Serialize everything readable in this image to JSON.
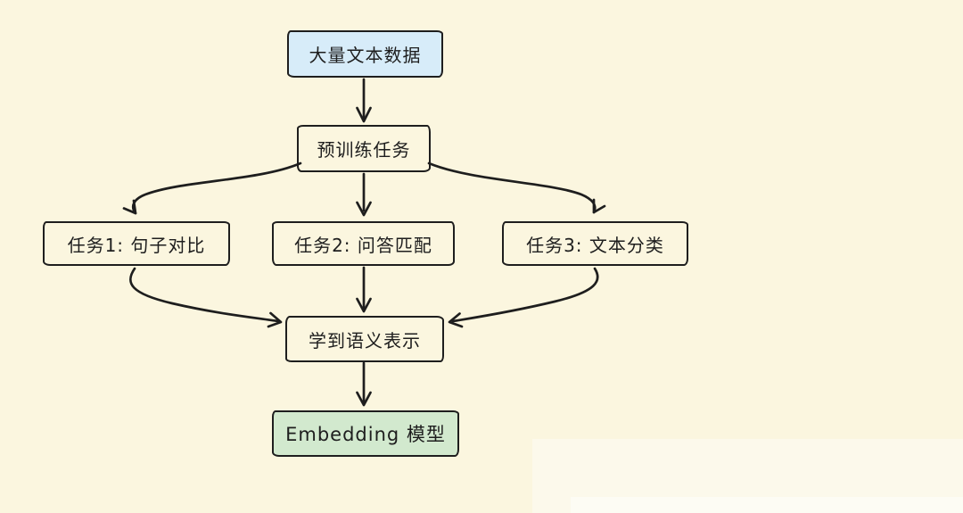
{
  "diagram": {
    "title": "Embedding model pre-training flowchart",
    "nodes": [
      {
        "id": "large-text-data",
        "label": "大量文本数据",
        "fill": "#D7ECF9"
      },
      {
        "id": "pretrain-tasks",
        "label": "预训练任务",
        "fill": "transparent"
      },
      {
        "id": "task1",
        "label": "任务1: 句子对比",
        "fill": "transparent"
      },
      {
        "id": "task2",
        "label": "任务2: 问答匹配",
        "fill": "transparent"
      },
      {
        "id": "task3",
        "label": "任务3: 文本分类",
        "fill": "transparent"
      },
      {
        "id": "semantic-repr",
        "label": "学到语义表示",
        "fill": "transparent"
      },
      {
        "id": "embedding-model",
        "label": "Embedding 模型",
        "fill": "#D2E9CE"
      }
    ],
    "edges": [
      "large-text-data -> pretrain-tasks",
      "pretrain-tasks -> task1",
      "pretrain-tasks -> task2",
      "pretrain-tasks -> task3",
      "task1 -> semantic-repr",
      "task2 -> semantic-repr",
      "task3 -> semantic-repr",
      "semantic-repr -> embedding-model"
    ],
    "colors": {
      "background": "#FBF6DF",
      "stroke": "#1e1e1e",
      "data_box_fill": "#D7ECF9",
      "embedding_box_fill": "#D2E9CE"
    }
  }
}
